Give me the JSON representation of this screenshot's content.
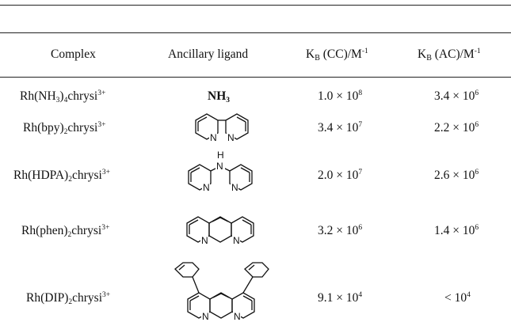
{
  "table": {
    "headers": {
      "complex": "Complex",
      "ligand": "Ancillary ligand",
      "kb_cc": "K",
      "kb_cc_sub": "B",
      "kb_cc_rest": " (CC)/M",
      "kb_cc_sup": "-1",
      "kb_ac": "K",
      "kb_ac_sub": "B",
      "kb_ac_rest": " (AC)/M",
      "kb_ac_sup": "-1"
    },
    "rows": [
      {
        "complex_pre": "Rh(NH",
        "complex_sub": "3",
        "complex_mid": ")",
        "complex_sub2": "4",
        "complex_post": "chrysi",
        "complex_sup": "3+",
        "ligand_text": "NH",
        "ligand_sub": "3",
        "kb_cc": "1.0 × 10",
        "kb_cc_exp": "8",
        "kb_ac": "3.4 × 10",
        "kb_ac_exp": "6"
      },
      {
        "complex_pre": "Rh(bpy)",
        "complex_sub": "2",
        "complex_post": "chrysi",
        "complex_sup": "3+",
        "ligand_icon": "bipyridine-structure",
        "n_label": "N",
        "kb_cc": "3.4 × 10",
        "kb_cc_exp": "7",
        "kb_ac": "2.2 × 10",
        "kb_ac_exp": "6"
      },
      {
        "complex_pre": "Rh(HDPA)",
        "complex_sub": "2",
        "complex_post": "chrysi",
        "complex_sup": "3+",
        "ligand_icon": "dipyridylamine-structure",
        "n_label": "N",
        "h_label": "H",
        "kb_cc": "2.0 × 10",
        "kb_cc_exp": "7",
        "kb_ac": "2.6 × 10",
        "kb_ac_exp": "6"
      },
      {
        "complex_pre": "Rh(phen)",
        "complex_sub": "2",
        "complex_post": "chrysi",
        "complex_sup": "3+",
        "ligand_icon": "phenanthroline-structure",
        "n_label": "N",
        "kb_cc": "3.2 × 10",
        "kb_cc_exp": "6",
        "kb_ac": "1.4 × 10",
        "kb_ac_exp": "6"
      },
      {
        "complex_pre": "Rh(DIP)",
        "complex_sub": "2",
        "complex_post": "chrysi",
        "complex_sup": "3+",
        "ligand_icon": "diphenylphenanthroline-structure",
        "n_label": "N",
        "kb_cc": "9.1 × 10",
        "kb_cc_exp": "4",
        "kb_ac": "< 10",
        "kb_ac_exp": "4"
      }
    ]
  }
}
